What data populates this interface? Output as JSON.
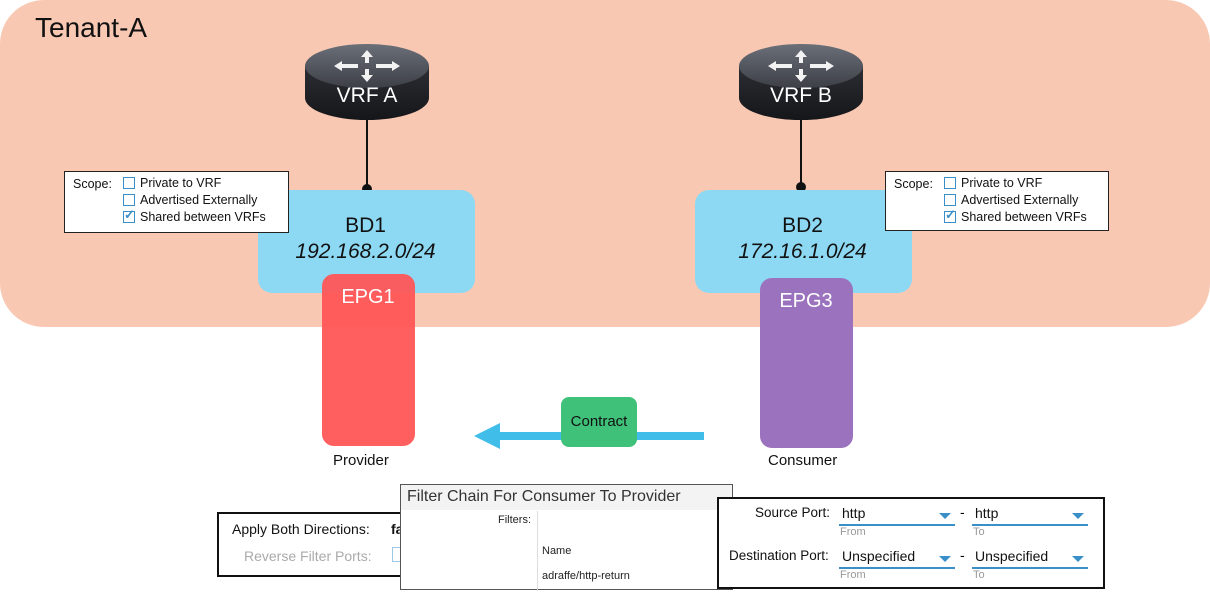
{
  "tenant": {
    "label": "Tenant-A"
  },
  "routers": [
    {
      "label": "VRF A"
    },
    {
      "label": "VRF B"
    }
  ],
  "bridge_domains": [
    {
      "name": "BD1",
      "subnet": "192.168.2.0/24"
    },
    {
      "name": "BD2",
      "subnet": "172.16.1.0/24"
    }
  ],
  "scope": {
    "label": "Scope:",
    "options": [
      {
        "label": "Private to VRF",
        "checked": false
      },
      {
        "label": "Advertised Externally",
        "checked": false
      },
      {
        "label": "Shared between VRFs",
        "checked": true
      }
    ]
  },
  "epgs": [
    {
      "name": "EPG1",
      "role": "Provider",
      "color": "#ff5656"
    },
    {
      "name": "EPG3",
      "role": "Consumer",
      "color": "#9b72bd"
    }
  ],
  "contract": {
    "label": "Contract",
    "arrow_color": "#41bde9"
  },
  "apply_panel": {
    "apply_label": "Apply Both Directions:",
    "apply_value": "false",
    "reverse_label": "Reverse Filter Ports:"
  },
  "filter_chain": {
    "title": "Filter Chain For Consumer To Provider",
    "filters_label": "Filters:",
    "name_header": "Name",
    "name_value": "adraffe/http-return"
  },
  "ports": {
    "source_label": "Source Port:",
    "source_from": "http",
    "source_to": "http",
    "dest_label": "Destination Port:",
    "dest_from": "Unspecified",
    "dest_to": "Unspecified",
    "from_caption": "From",
    "to_caption": "To",
    "separator": "-"
  }
}
